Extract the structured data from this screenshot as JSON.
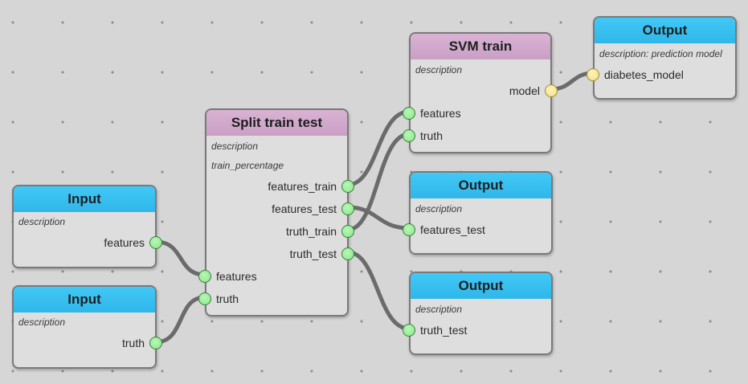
{
  "nodes": {
    "input1": {
      "title": "Input",
      "description": "description",
      "output": "features"
    },
    "input2": {
      "title": "Input",
      "description": "description",
      "output": "truth"
    },
    "split": {
      "title": "Split train test",
      "description": "description",
      "param": "train_percentage",
      "inputs": [
        "features",
        "truth"
      ],
      "outputs": [
        "features_train",
        "features_test",
        "truth_train",
        "truth_test"
      ]
    },
    "svm": {
      "title": "SVM train",
      "description": "description",
      "output": "model",
      "inputs": [
        "features",
        "truth"
      ]
    },
    "output1": {
      "title": "Output",
      "description": "description: prediction model",
      "input": "diabetes_model"
    },
    "output2": {
      "title": "Output",
      "description": "description",
      "input": "features_test"
    },
    "output3": {
      "title": "Output",
      "description": "description",
      "input": "truth_test"
    }
  },
  "colors": {
    "io_header": "#3cc1f2",
    "process_header": "#d3aace",
    "port_green": "#86e886",
    "port_model": "#f0de86",
    "wire": "#6c6c6c"
  }
}
